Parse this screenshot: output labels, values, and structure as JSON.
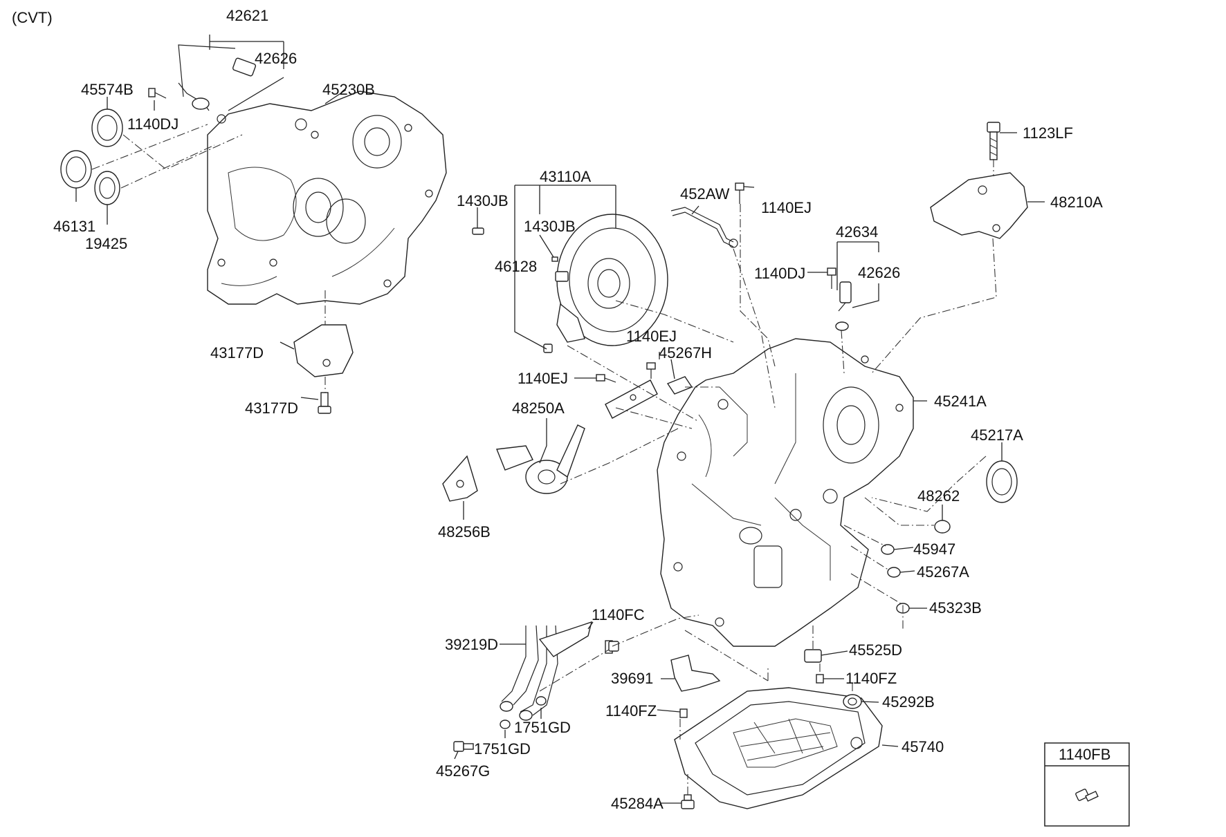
{
  "diagram": {
    "variant_label": "(CVT)",
    "callouts": {
      "c42621": "42621",
      "c42626a": "42626",
      "c45574B": "45574B",
      "c1140DJa": "1140DJ",
      "c45230B": "45230B",
      "c46131": "46131",
      "c19425": "19425",
      "c1430JBa": "1430JB",
      "c43177Da": "43177D",
      "c43177Db": "43177D",
      "c43110A": "43110A",
      "c1430JBb": "1430JB",
      "c46128": "46128",
      "c452AW": "452AW",
      "c1140EJa": "1140EJ",
      "c42634": "42634",
      "c1140DJb": "1140DJ",
      "c42626b": "42626",
      "c1123LF": "1123LF",
      "c48210A": "48210A",
      "c1140EJb": "1140EJ",
      "c45267H": "45267H",
      "c1140EJc": "1140EJ",
      "c45241A": "45241A",
      "c48250A": "48250A",
      "c45217A": "45217A",
      "c48256B": "48256B",
      "c48262": "48262",
      "c45947": "45947",
      "c45267A": "45267A",
      "c45323B": "45323B",
      "c1140FC": "1140FC",
      "c39219D": "39219D",
      "c45525D": "45525D",
      "c39691": "39691",
      "c1140FZa": "1140FZ",
      "c1140FZb": "1140FZ",
      "c45292B": "45292B",
      "c1751GDa": "1751GD",
      "c1751GDb": "1751GD",
      "c45740": "45740",
      "c45267G": "45267G",
      "c45284A": "45284A"
    },
    "legend_box": {
      "title": "1140FB"
    }
  }
}
